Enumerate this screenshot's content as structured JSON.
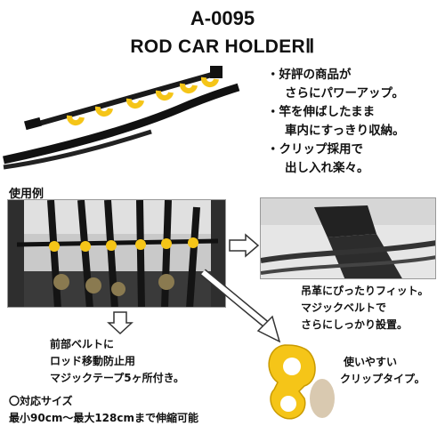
{
  "header": {
    "product_code": "A-0095",
    "title": "ROD CAR HOLDERⅡ"
  },
  "features": [
    {
      "line1": "・好評の商品が",
      "line2": "さらにパワーアップ。"
    },
    {
      "line1": "・竿を伸ばしたまま",
      "line2": "車内にすっきり収納。"
    },
    {
      "line1": "・クリップ採用で",
      "line2": "出し入れ楽々。"
    }
  ],
  "example_label": "使用例",
  "strap_note": [
    "吊革にぴったりフィット。",
    "マジックベルトで",
    "さらにしっかり設置。"
  ],
  "front_belt_note": [
    "前部ベルトに",
    "ロッド移動防止用",
    "マジックテープ5ヶ所付き。"
  ],
  "size_heading": "〇対応サイズ",
  "size_range": "最小90cm～最大128cmまで伸縮可能",
  "clip_note": [
    "使いやすい",
    "クリップタイプ。"
  ],
  "colors": {
    "clip_yellow": "#f5c518",
    "bar_black": "#1a1a1a"
  }
}
